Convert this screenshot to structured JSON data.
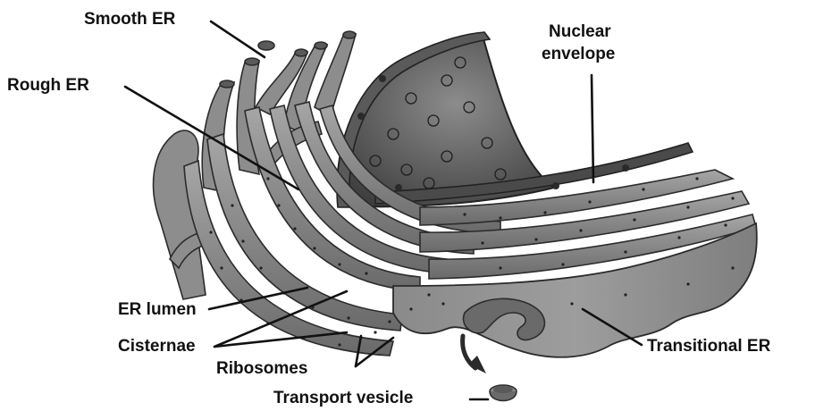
{
  "diagram": {
    "labels": {
      "smooth_er": "Smooth ER",
      "rough_er": "Rough ER",
      "nuclear_envelope_line1": "Nuclear",
      "nuclear_envelope_line2": "envelope",
      "er_lumen": "ER lumen",
      "cisternae": "Cisternae",
      "ribosomes": "Ribosomes",
      "transport_vesicle": "Transport vesicle",
      "transitional_er": "Transitional ER"
    },
    "colors": {
      "membrane_light": "#9a9a9a",
      "membrane_mid": "#7a7a7a",
      "membrane_dark": "#4a4a4a",
      "nucleus_interior": "#6e6e6e",
      "ink": "#111111"
    }
  }
}
